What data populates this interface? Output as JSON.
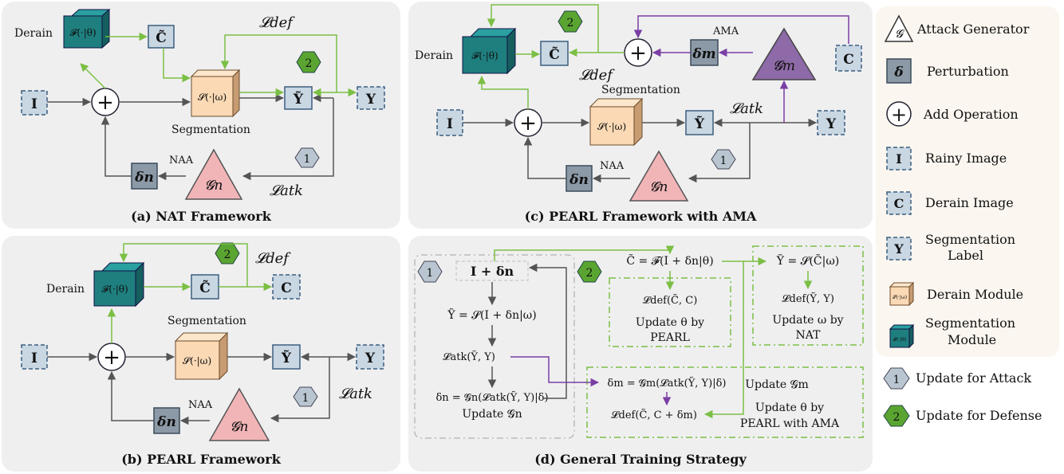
{
  "symbols": {
    "derain_fn": "𝓕(·|θ)",
    "seg_fn": "𝓢(·|ω)",
    "c_tilde": "C̃",
    "y_tilde": "Ỹ",
    "img_i": "I",
    "img_y": "Y",
    "img_c": "C",
    "add": "+",
    "delta_n": "δn",
    "delta_m": "δm",
    "gen_n": "𝓖n",
    "gen_m": "𝓖m",
    "l_def": "𝓛def",
    "l_atk": "𝓛atk",
    "step1": "1",
    "step2": "2",
    "derain_small": "𝓕(·|θ)",
    "seg_small": "𝓢(·|ω)"
  },
  "labels": {
    "derain": "Derain",
    "segmentation": "Segmentation",
    "naa": "NAA",
    "ama": "AMA"
  },
  "captions": {
    "a": "(a) NAT Framework",
    "b": "(b) PEARL Framework",
    "c": "(c) PEARL Framework with AMA",
    "d": "(d) General Training Strategy"
  },
  "strategy": {
    "i_plus": "I  +  δn",
    "y_tilde_eq": "Ỹ = 𝓢(I + δn|ω)",
    "latk": "𝓛atk(Ỹ, Y)",
    "deltan_eq": "δn = 𝓖n(𝓛atk(Ỹ, Y)|δ)",
    "update_gn": "Update 𝓖n",
    "c_tilde_eq": "C̃ = 𝓕(I + δn|θ)",
    "ldef_c": "𝓛def(C̃, C)",
    "upd_theta_1": "Update θ by",
    "upd_theta_2": "PEARL",
    "y_tilde_eq2": "Ỹ = 𝓢(C̃|ω)",
    "ldef_y": "𝓛def(Ỹ, Y)",
    "upd_omega_1": "Update ω by",
    "upd_omega_2": "NAT",
    "deltam_eq": "δm = 𝓖m(𝓛atk(Ỹ, Y)|δ)",
    "update_gm": "Update 𝓖m",
    "ldef_cm": "𝓛def(C̃, C + δm)",
    "upd_theta_ama_1": "Update θ by",
    "upd_theta_ama_2": "PEARL with AMA"
  },
  "legend": [
    {
      "symbol": "𝓖",
      "label": "Attack Generator"
    },
    {
      "symbol": "δ",
      "label": "Perturbation"
    },
    {
      "symbol": "+",
      "label": "Add Operation"
    },
    {
      "symbol": "I",
      "label": "Rainy Image"
    },
    {
      "symbol": "C",
      "label": "Derain Image"
    },
    {
      "symbol": "Y",
      "label": "Segmentation",
      "label2": "Label"
    },
    {
      "symbol": "𝓢(·|ω)",
      "label": "Derain Module"
    },
    {
      "symbol": "𝓕(·|θ)",
      "label": "Segmentation",
      "label2": "Module"
    },
    {
      "symbol": "1",
      "label": "Update for Attack"
    },
    {
      "symbol": "2",
      "label": "Update for Defense"
    }
  ],
  "colors": {
    "panel_bg": "#efeff0",
    "legend_bg": "#fbf6ef",
    "green_arrow": "#7bbf45",
    "purple_arrow": "#7a3ea4",
    "gray_arrow": "#555555",
    "box_fill": "#c9d7e3",
    "box_stroke": "#3b5f7f",
    "derain_cube": "#1f7f7f",
    "seg_cube": "#fbd9b5",
    "gen_n": "#f1b5b8",
    "gen_m": "#8e6aa8",
    "step1": "#b9c6d1",
    "step2": "#5aa531"
  }
}
